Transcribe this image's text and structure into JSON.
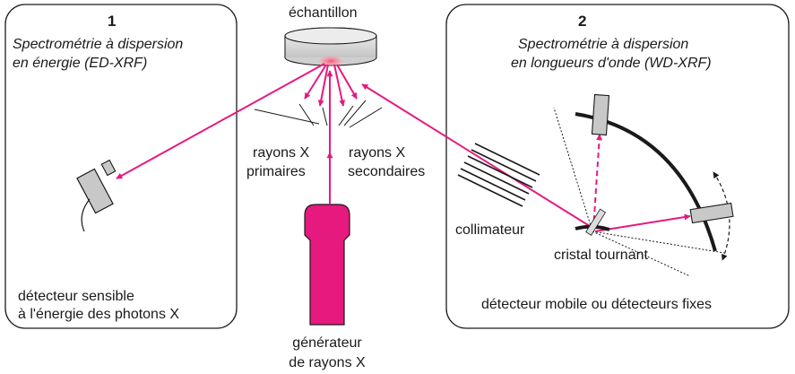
{
  "panel_left": {
    "number": "1",
    "title_line1": "Spectrométrie à dispersion",
    "title_line2": "en énergie (ED-XRF)",
    "detector_line1": "détecteur sensible",
    "detector_line2": "à l'énergie des photons X"
  },
  "panel_right": {
    "number": "2",
    "title_line1": "Spectrométrie à dispersion",
    "title_line2": "en longueurs d'onde (WD-XRF)",
    "collimator": "collimateur",
    "crystal": "cristal tournant",
    "detector": "détecteur mobile ou détecteurs fixes"
  },
  "center": {
    "sample": "échantillon",
    "primary_line1": "rayons X",
    "primary_line2": "primaires",
    "secondary_line1": "rayons X",
    "secondary_line2": "secondaires",
    "generator_line1": "générateur",
    "generator_line2": "de rayons X"
  },
  "colors": {
    "beam": "#e6197f",
    "generator": "#e6197f",
    "outline": "#1a1a1a",
    "detector_fill": "#c8c8c8",
    "sample_fill": "#dcdcdc"
  }
}
